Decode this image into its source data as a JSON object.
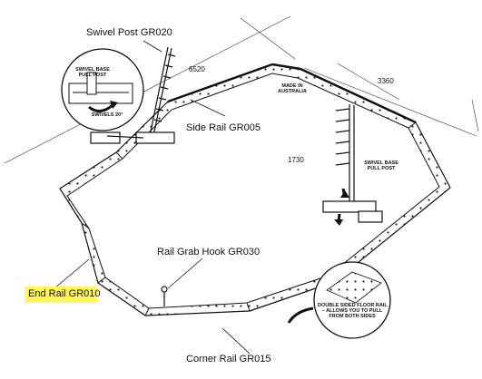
{
  "labels": {
    "swivel_post": "Swivel Post  GR020",
    "side_rail": "Side Rail  GR005",
    "rail_grab_hook": "Rail Grab Hook  GR030",
    "end_rail": "End Rail  GR010",
    "corner_rail": "Corner Rail  GR015"
  },
  "dimensions": {
    "length": "6520",
    "width": "3360",
    "height": "1730"
  },
  "callouts": {
    "made_in_line1": "MADE IN",
    "made_in_line2": "AUSTRALIA",
    "swivel_base_left_line1": "SWIVEL BASE",
    "swivel_base_left_line2": "PULL POST",
    "swivels": "SWIVELS 20°",
    "swivel_base_right_line1": "SWIVEL BASE",
    "swivel_base_right_line2": "PULL POST",
    "floor_rail_line1": "DOUBLE SIDED FLOOR RAIL",
    "floor_rail_line2": "– ALLOWS YOU TO PULL",
    "floor_rail_line3": "FROM BOTH SIDES"
  },
  "highlight_color": "#fff75a"
}
